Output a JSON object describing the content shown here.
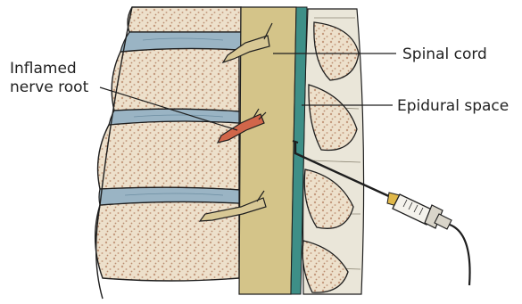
{
  "labels": {
    "inflamed_line1": "Inflamed",
    "inflamed_line2": "nerve root",
    "spinal_cord": "Spinal cord",
    "epidural_space": "Epidural space"
  },
  "colors": {
    "vertebra_fill": "#ede0cb",
    "vertebra_dots": "#c49a7e",
    "disc": "#9ab4c4",
    "cord": "#d4c489",
    "epidural": "#3e8f87",
    "inflamed": "#d1664a",
    "ink": "#1e1e1e"
  }
}
